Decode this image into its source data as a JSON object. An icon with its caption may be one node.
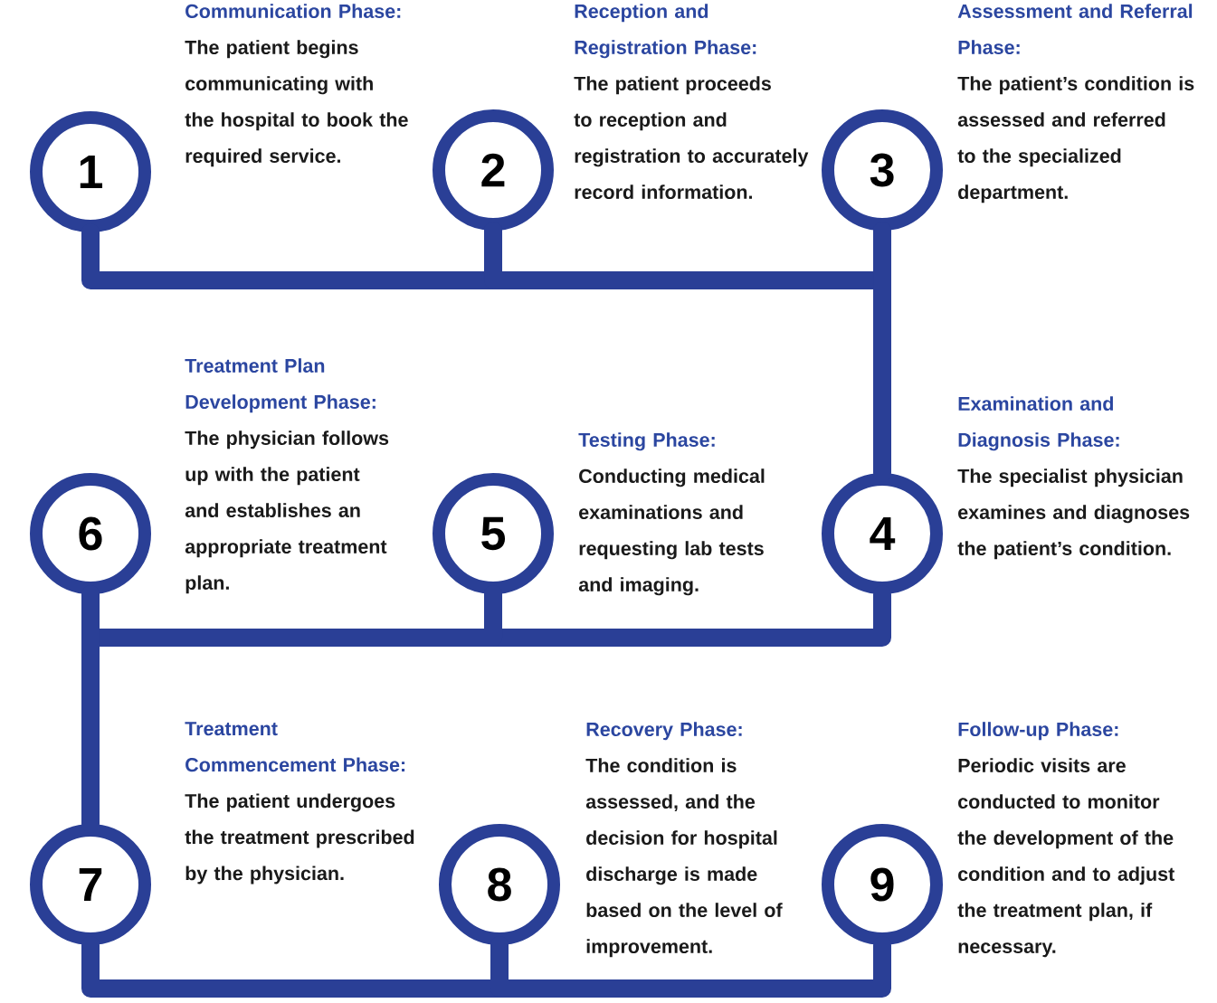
{
  "diagram": {
    "nodes": [
      {
        "text": [
          "1"
        ],
        "beside": [
          "Communication Phase:",
          "The patient begins communicating with the hospital to book the required service."
        ]
      },
      {
        "text": [
          "2"
        ],
        "beside": [
          "Reception and Registration Phase:",
          "The patient proceeds to reception and registration to accurately record information."
        ]
      },
      {
        "text": [
          "3"
        ],
        "beside": [
          "Assessment and Referral Phase:",
          "The patient’s condition is assessed and referred to the specialized department."
        ]
      },
      {
        "text": [
          "4"
        ],
        "beside": [
          "Examination and Diagnosis Phase:",
          "The specialist physician examines and diagnoses the patient’s condition."
        ]
      },
      {
        "text": [
          "5"
        ],
        "beside": [
          "Testing Phase:",
          "Conducting medical examinations and requesting lab tests and imaging."
        ]
      },
      {
        "text": [
          "6"
        ],
        "beside": [
          "Treatment Plan Development Phase:",
          "The physician follows up with the patient and establishes an appropriate treatment plan."
        ]
      },
      {
        "text": [
          "7"
        ],
        "beside": [
          "Treatment Commencement Phase:",
          "The patient undergoes the treatment prescribed by the physician."
        ]
      },
      {
        "text": [
          "8"
        ],
        "beside": [
          "Recovery Phase:",
          "The condition is assessed, and the decision for hospital discharge is made based on the level of improvement."
        ]
      },
      {
        "text": [
          "9"
        ],
        "beside": [
          "Follow-up Phase:",
          "Periodic visits are conducted to monitor the development of the condition and to adjust the treatment plan, if necessary."
        ]
      }
    ],
    "edges": [
      {
        "from": 0,
        "to": 1,
        "arrow": "none"
      },
      {
        "from": 1,
        "to": 2,
        "arrow": "none"
      },
      {
        "from": 2,
        "to": 3,
        "arrow": "none"
      },
      {
        "from": 3,
        "to": 4,
        "arrow": "none"
      },
      {
        "from": 4,
        "to": 5,
        "arrow": "none"
      },
      {
        "from": 5,
        "to": 6,
        "arrow": "none"
      },
      {
        "from": 6,
        "to": 7,
        "arrow": "none"
      },
      {
        "from": 7,
        "to": 8,
        "arrow": "none"
      }
    ]
  }
}
